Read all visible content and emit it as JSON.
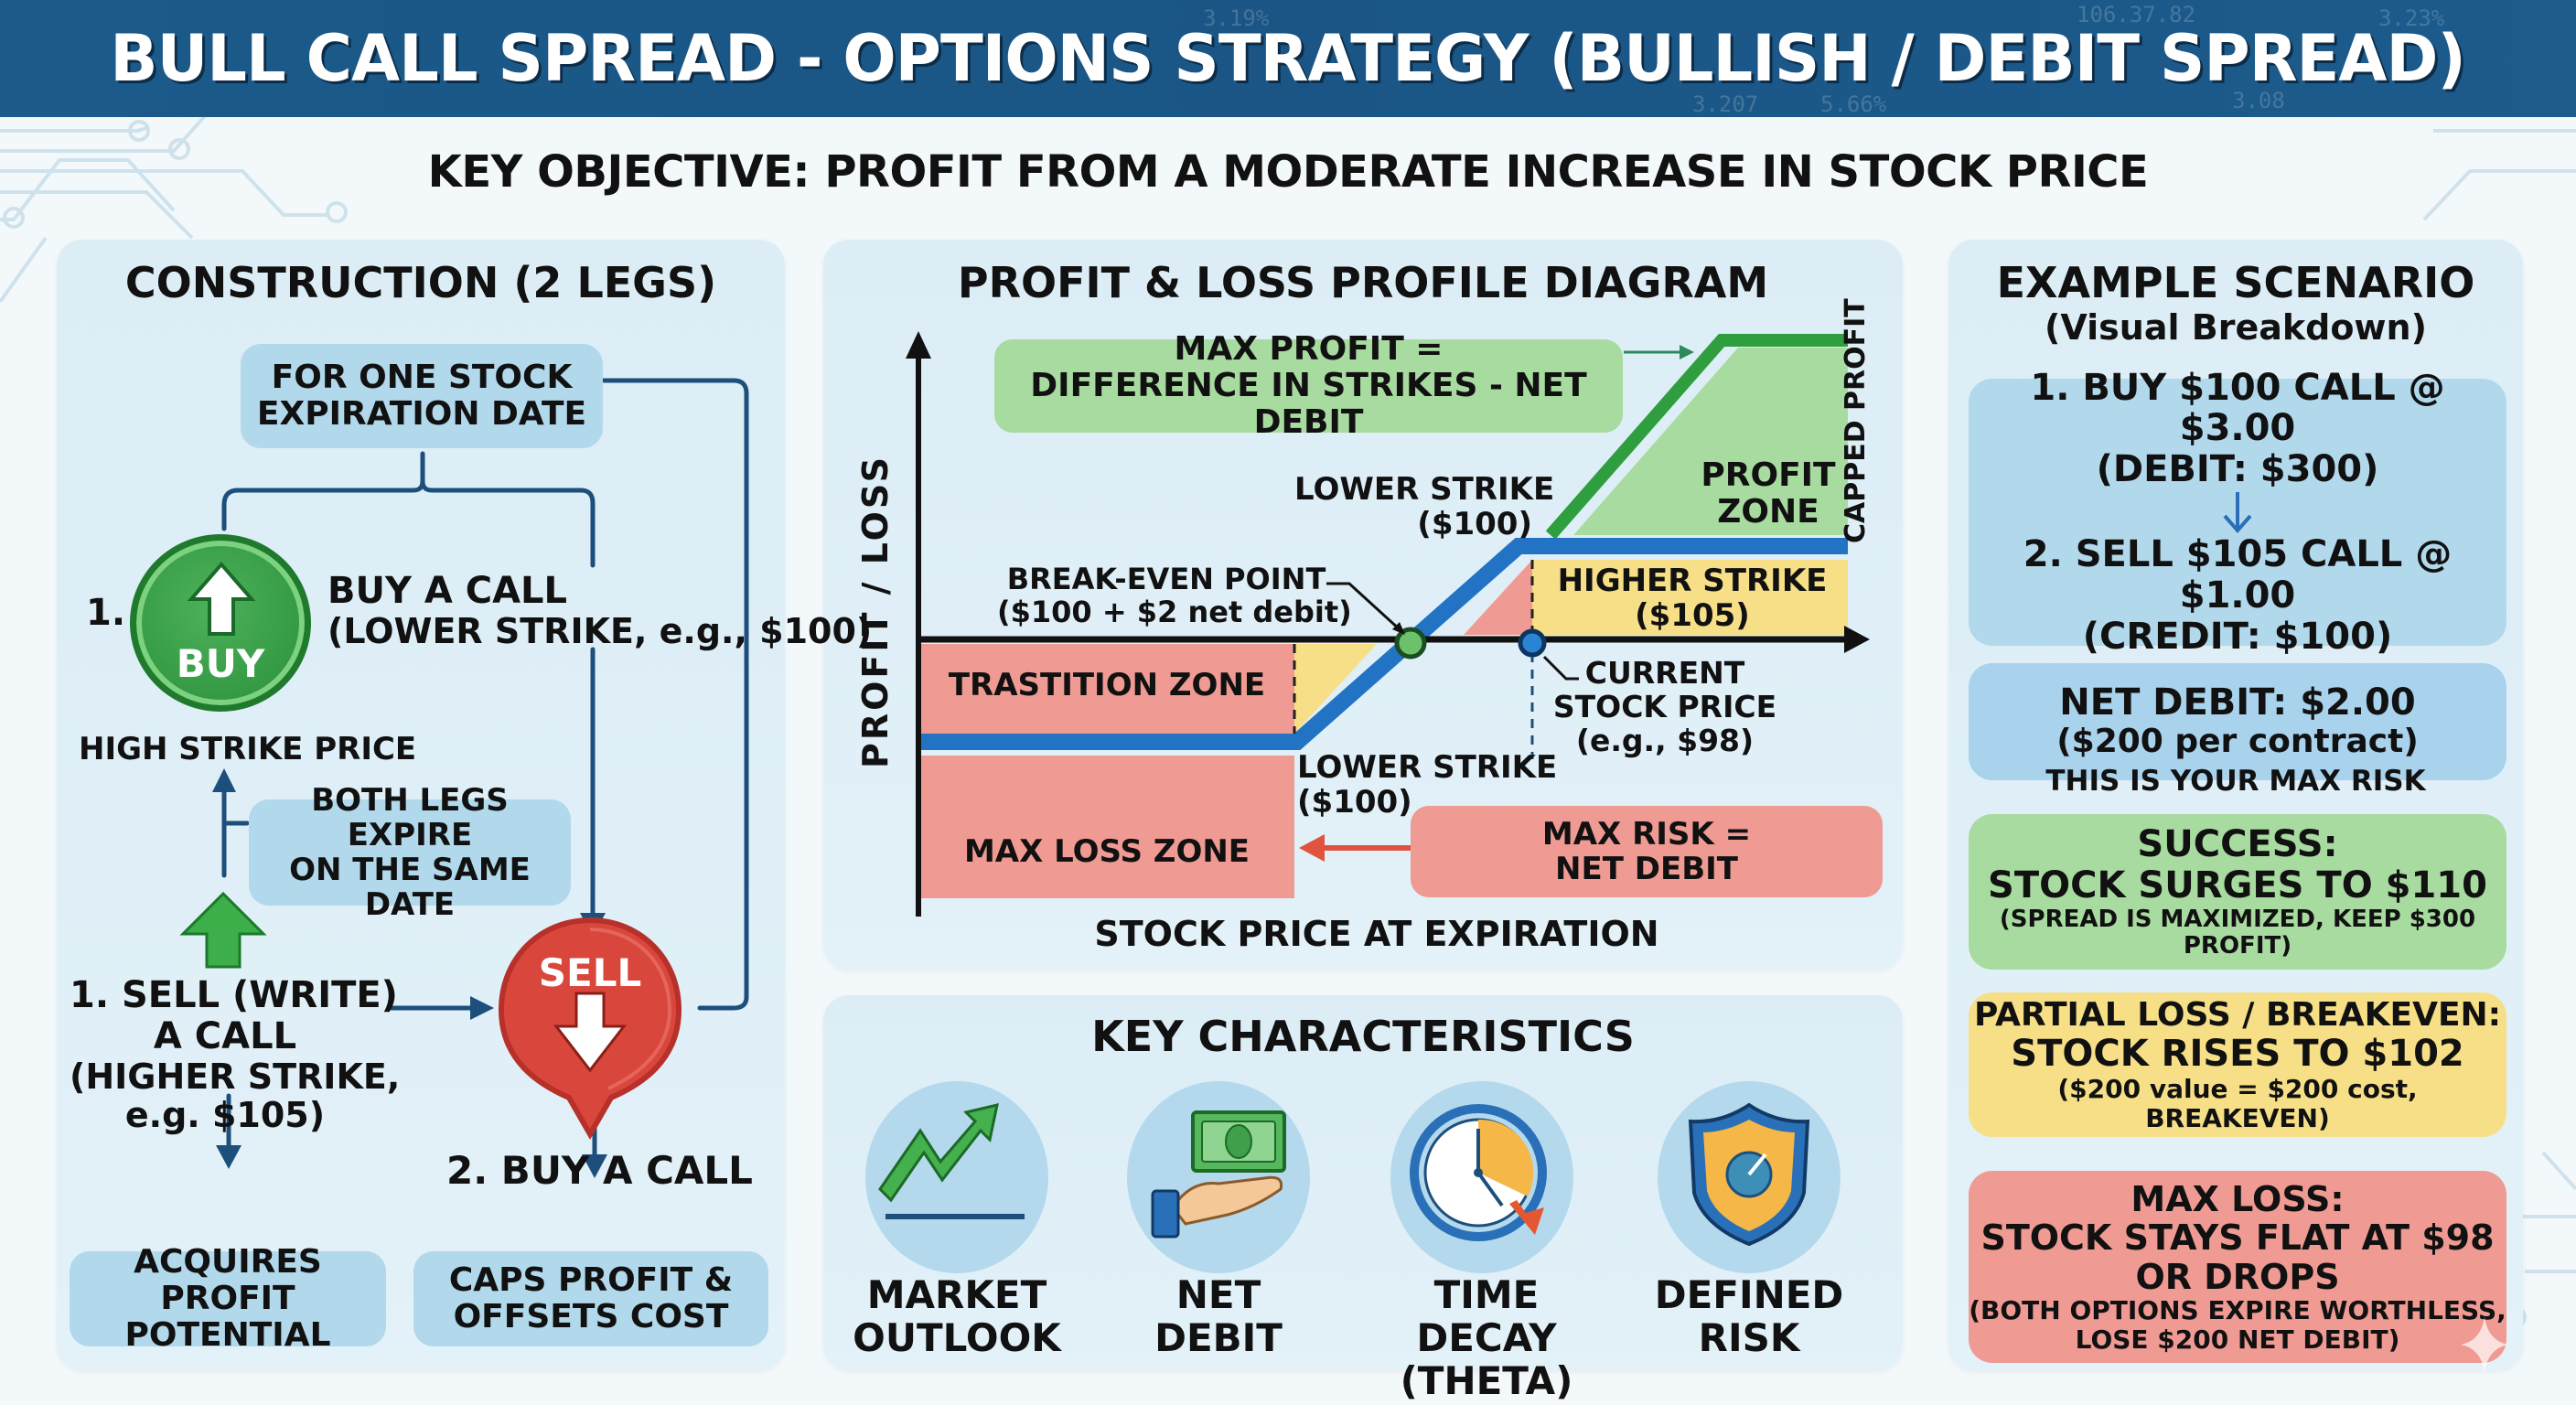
{
  "header": {
    "title": "BULL CALL SPREAD - OPTIONS STRATEGY (BULLISH / DEBIT SPREAD)",
    "ticker_values": [
      "3.19%",
      "106.37.82",
      "3.23%",
      "3.207",
      "5.66%",
      "3.08"
    ]
  },
  "objective": "KEY OBJECTIVE: PROFIT FROM A MODERATE INCREASE IN STOCK PRICE",
  "construction": {
    "title": "CONSTRUCTION (2 LEGS)",
    "top_box": {
      "line1": "FOR ONE STOCK",
      "line2": "EXPIRATION DATE"
    },
    "leg1": {
      "number": "1.",
      "badge": "BUY",
      "line1": "BUY A CALL",
      "line2": "(LOWER STRIKE, e.g., $100)"
    },
    "high_strike_label": "HIGH STRIKE PRICE",
    "both_legs_box": {
      "line1": "BOTH LEGS EXPIRE",
      "line2": "ON THE SAME DATE"
    },
    "sell_text": {
      "line1": "1. SELL (WRITE)",
      "line2": "A CALL",
      "line3": "(HIGHER STRIKE,",
      "line4": "e.g. $105)"
    },
    "sell_badge": "SELL",
    "leg2_label": "2. BUY A CALL",
    "bottom_left_box": {
      "line1": "ACQUIRES PROFIT",
      "line2": "POTENTIAL"
    },
    "bottom_right_box": {
      "line1": "CAPS PROFIT &",
      "line2": "OFFSETS COST"
    }
  },
  "pnl": {
    "title": "PROFIT & LOSS PROFILE DIAGRAM",
    "y_axis_label": "PROFIT / LOSS",
    "x_axis_label": "STOCK PRICE AT EXPIRATION",
    "max_profit_box": {
      "line1": "MAX PROFIT =",
      "line2": "DIFFERENCE IN STRIKES - NET DEBIT"
    },
    "capped_profit": "CAPPED PROFIT",
    "profit_zone": {
      "line1": "PROFIT",
      "line2": "ZONE"
    },
    "lower_strike_top": {
      "line1": "LOWER STRIKE",
      "line2": "($100)"
    },
    "higher_strike": {
      "line1": "HIGHER STRIKE",
      "line2": "($105)"
    },
    "break_even": {
      "line1": "BREAK-EVEN POINT",
      "line2": "($100 + $2 net debit)"
    },
    "transition_zone": "TRASTITION ZONE",
    "current_price": {
      "line1": "CURRENT",
      "line2": "STOCK PRICE",
      "line3": "(e.g., $98)"
    },
    "lower_strike_bottom": {
      "line1": "LOWER STRIKE",
      "line2": "($100)"
    },
    "max_loss_zone": "MAX LOSS ZONE",
    "max_risk_box": {
      "line1": "MAX RISK =",
      "line2": "NET DEBIT"
    },
    "colors": {
      "profit": "#2e9e3e",
      "payoff_line": "#2273c3",
      "loss": "#ef9a92",
      "yellow": "#f6df86",
      "green_fill": "#a8dba0"
    }
  },
  "characteristics": {
    "title": "KEY CHARACTERISTICS",
    "items": [
      {
        "icon": "trending-up-chart-icon",
        "line1": "MARKET",
        "line2": "OUTLOOK"
      },
      {
        "icon": "hand-with-money-icon",
        "line1": "NET",
        "line2": "DEBIT"
      },
      {
        "icon": "clock-time-decay-icon",
        "line1": "TIME DECAY",
        "line2": "(THETA)"
      },
      {
        "icon": "shield-icon",
        "line1": "DEFINED",
        "line2": "RISK"
      }
    ]
  },
  "scenario": {
    "title": "EXAMPLE SCENARIO",
    "subtitle": "(Visual Breakdown)",
    "trade": {
      "leg1_line1": "1. BUY $100 CALL @ $3.00",
      "leg1_line2": "(DEBIT: $300)",
      "leg2_line1": "2. SELL $105 CALL @ $1.00",
      "leg2_line2": "(CREDIT: $100)"
    },
    "net_debit": {
      "line1": "NET DEBIT: $2.00",
      "line2": "($200 per contract)",
      "line3": "THIS IS YOUR MAX RISK"
    },
    "success": {
      "line1": "SUCCESS:",
      "line2": "STOCK SURGES TO $110",
      "line3": "(SPREAD IS MAXIMIZED, KEEP $300 PROFIT)"
    },
    "partial": {
      "line1": "PARTIAL LOSS / BREAKEVEN:",
      "line2": "STOCK RISES TO $102",
      "line3": "($200 value = $200 cost, BREAKEVEN)"
    },
    "max_loss": {
      "line1": "MAX LOSS:",
      "line2": "STOCK STAYS FLAT AT $98",
      "line3": "OR DROPS",
      "line4": "(BOTH OPTIONS EXPIRE WORTHLESS,",
      "line5": "LOSE $200 NET DEBIT)"
    }
  }
}
